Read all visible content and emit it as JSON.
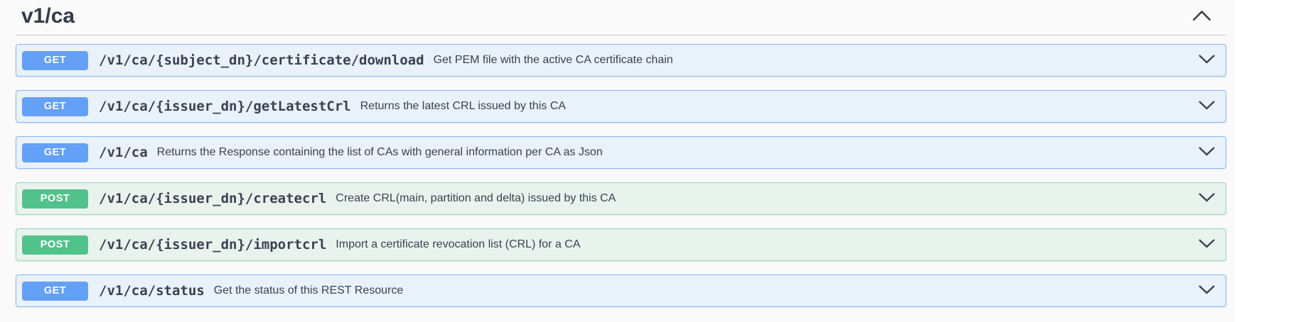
{
  "section": {
    "title": "v1/ca",
    "expanded": true
  },
  "operations": [
    {
      "method": "GET",
      "path": "/v1/ca/{subject_dn}/certificate/download",
      "description": "Get PEM file with the active CA certificate chain"
    },
    {
      "method": "GET",
      "path": "/v1/ca/{issuer_dn}/getLatestCrl",
      "description": "Returns the latest CRL issued by this CA"
    },
    {
      "method": "GET",
      "path": "/v1/ca",
      "description": "Returns the Response containing the list of CAs with general information per CA as Json"
    },
    {
      "method": "POST",
      "path": "/v1/ca/{issuer_dn}/createcrl",
      "description": "Create CRL(main, partition and delta) issued by this CA"
    },
    {
      "method": "POST",
      "path": "/v1/ca/{issuer_dn}/importcrl",
      "description": "Import a certificate revocation list (CRL) for a CA"
    },
    {
      "method": "GET",
      "path": "/v1/ca/status",
      "description": "Get the status of this REST Resource"
    }
  ],
  "icons": {
    "header": "chevron-up-icon",
    "rows": "chevron-down-icon"
  },
  "colors": {
    "get_badge": "#64a0f5",
    "get_row_bg": "#e9f1fb",
    "get_row_border": "#85b8f3",
    "post_badge": "#52c28d",
    "post_row_bg": "#e9f3ee",
    "post_row_border": "#93d7b7",
    "text": "#3b4151",
    "page_bg": "#fafafa"
  }
}
